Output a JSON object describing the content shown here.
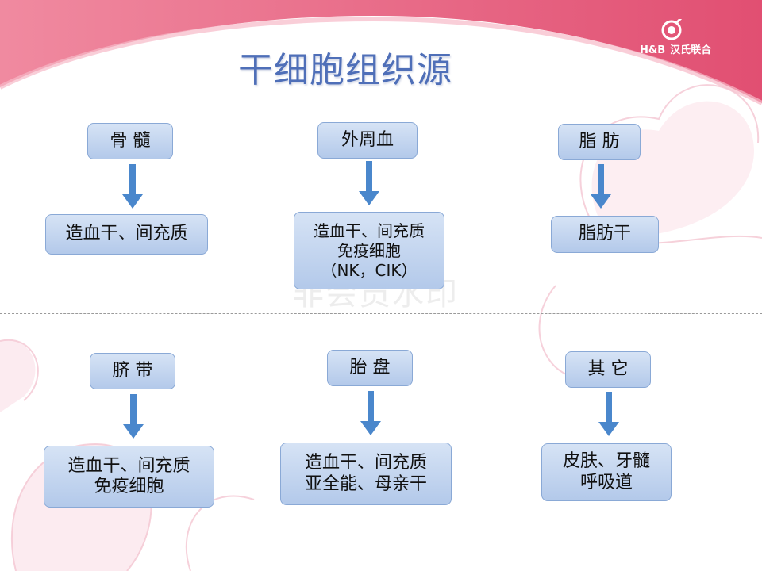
{
  "header": {
    "title": "干细胞组织源",
    "logo_brand": "H&B",
    "logo_name": "汉氏联合"
  },
  "watermark": "非会员水印",
  "sources": [
    {
      "label": "骨  髓",
      "products": [
        "造血干、间充质"
      ]
    },
    {
      "label": "外周血",
      "products": [
        "造血干、间充质",
        "免疫细胞",
        "（NK，CIK）"
      ]
    },
    {
      "label": "脂  肪",
      "products": [
        "脂肪干"
      ]
    },
    {
      "label": "脐  带",
      "products": [
        "造血干、间充质",
        "免疫细胞"
      ]
    },
    {
      "label": "胎  盘",
      "products": [
        "造血干、间充质",
        "亚全能、母亲干"
      ]
    },
    {
      "label": "其  它",
      "products": [
        "皮肤、牙髓",
        "呼吸道"
      ]
    }
  ],
  "colors": {
    "banner_pink": "#e85b7a",
    "title_blue": "#4f6fb8",
    "box_fill": "#c3d5ef",
    "arrow_blue": "#4a87cc"
  }
}
